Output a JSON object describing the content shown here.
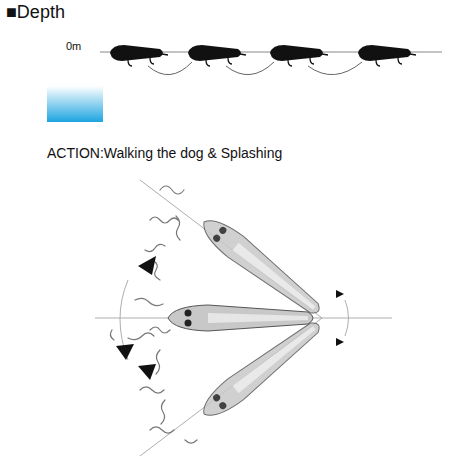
{
  "diagram": {
    "title": "■Depth",
    "labels": [
      "0m",
      "ACTION:Walking the dog & Splashing"
    ]
  }
}
